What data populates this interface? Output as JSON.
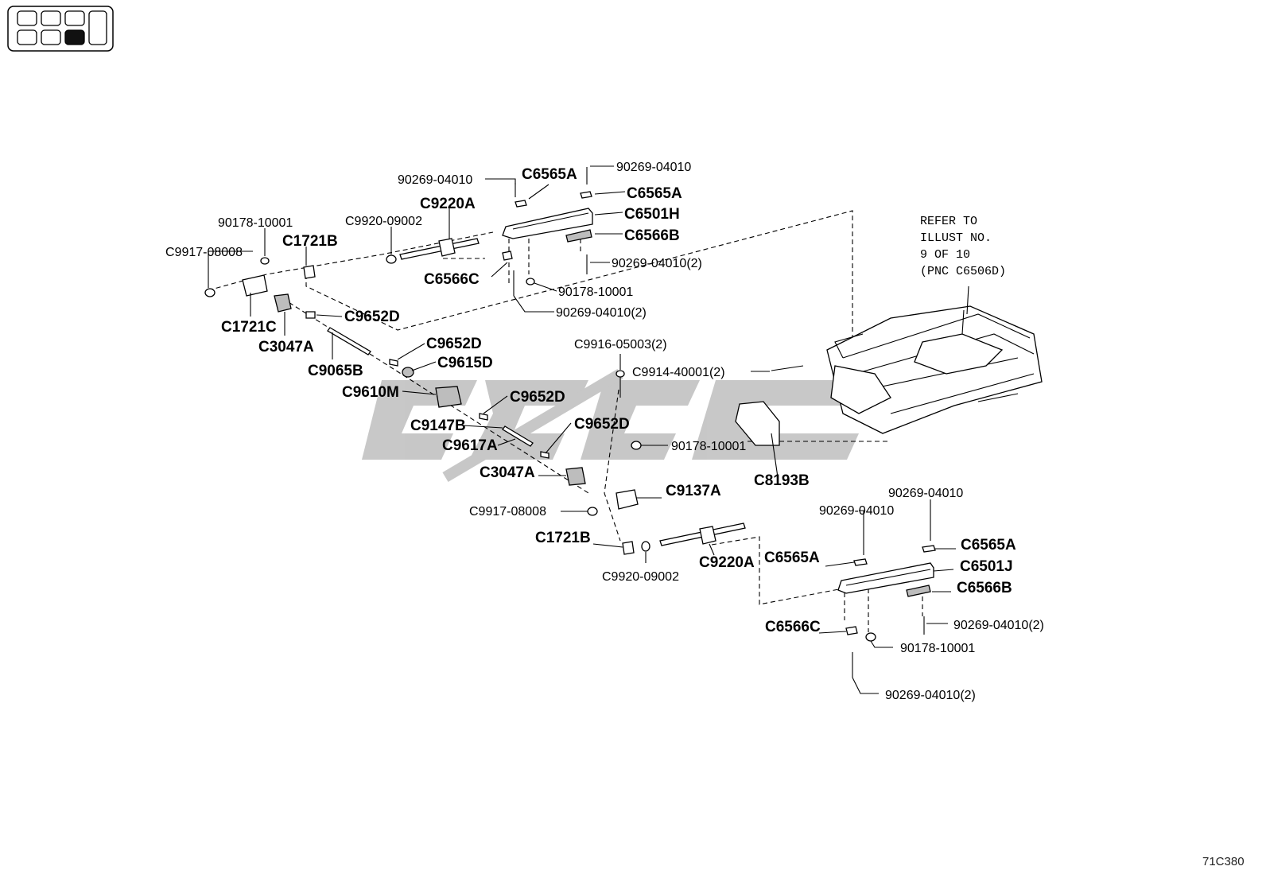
{
  "diagram_code": "71C380",
  "refer_note": [
    "REFER TO",
    "ILLUST NO.",
    "9 OF 10",
    "(PNC C6506D)"
  ],
  "labels": {
    "l01": "90269-04010",
    "l02": "C6565A",
    "l03": "90269-04010",
    "l04": "C6565A",
    "l05": "C9220A",
    "l06": "C6501H",
    "l07": "90178-10001",
    "l08": "C9920-09002",
    "l09": "C6566B",
    "l10": "C1721B",
    "l11": "C9917-08008",
    "l12": "90269-04010(2)",
    "l13": "C6566C",
    "l14": "90178-10001",
    "l15": "90269-04010(2)",
    "l16": "C1721C",
    "l17": "C9652D",
    "l18": "C3047A",
    "l19": "C9065B",
    "l20": "C9652D",
    "l21": "C9615D",
    "l22": "C9916-05003(2)",
    "l23": "C9914-40001(2)",
    "l24": "C9610M",
    "l25": "C9652D",
    "l26": "C9147B",
    "l27": "C9652D",
    "l28": "C9617A",
    "l29": "90178-10001",
    "l30": "C3047A",
    "l31": "C8193B",
    "l32": "C9137A",
    "l33": "C9917-08008",
    "l34": "90269-04010",
    "l35": "90269-04010",
    "l36": "C1721B",
    "l37": "C6565A",
    "l38": "C6565A",
    "l39": "C6501J",
    "l40": "C9920-09002",
    "l41": "C9220A",
    "l42": "C6566B",
    "l43": "90269-04010(2)",
    "l44": "C6566C",
    "l45": "90178-10001",
    "l46": "90269-04010(2)"
  }
}
